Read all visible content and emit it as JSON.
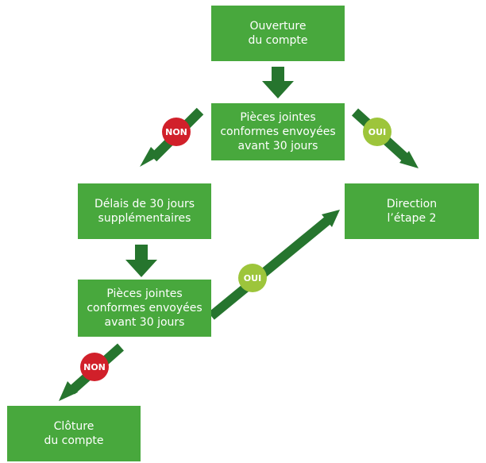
{
  "colors": {
    "box": "#48a83d",
    "arrow": "#26752e",
    "oui": "#9dc53b",
    "non": "#d1202a"
  },
  "nodes": {
    "ouverture": "Ouverture\ndu compte",
    "pieces1": "Pièces jointes\nconformes envoyées\navant 30 jours",
    "delais": "Délais de 30 jours\nsupplémentaires",
    "direction": "Direction\nl’étape 2",
    "pieces2": "Pièces jointes\nconformes envoyées\navant 30 jours",
    "cloture": "Clôture\ndu compte"
  },
  "labels": {
    "non1": "NON",
    "oui1": "OUI",
    "oui2": "OUI",
    "non2": "NON"
  }
}
